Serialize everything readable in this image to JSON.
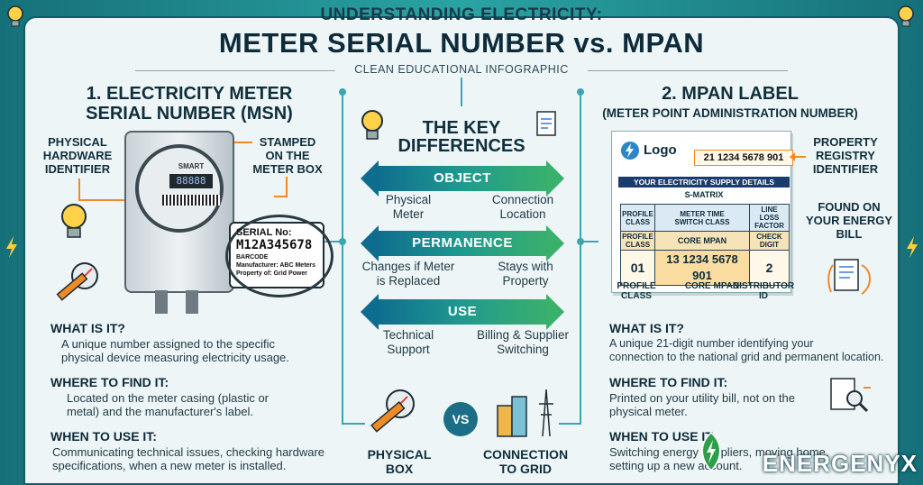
{
  "header": {
    "kicker": "UNDERSTANDING ELECTRICITY:",
    "title": "METER SERIAL NUMBER vs. MPAN",
    "subtitle": "CLEAN EDUCATIONAL INFOGRAPHIC"
  },
  "left": {
    "title_line1": "1. ELECTRICITY METER",
    "title_line2": "SERIAL NUMBER (MSN)",
    "callout_left": [
      "PHYSICAL",
      "HARDWARE",
      "IDENTIFIER"
    ],
    "callout_right": [
      "STAMPED",
      "ON THE",
      "METER BOX"
    ],
    "meter": {
      "brand": "SMART",
      "display": "88888",
      "tag_heading": "SERIAL No:",
      "serial": "M12A345678",
      "barcode_label": "BARCODE",
      "manufacturer": "Manufacturer: ABC Meters",
      "property": "Property of: Grid Power"
    },
    "sections": [
      {
        "heading": "WHAT IS IT?",
        "lines": [
          "A unique number assigned to the specific",
          "physical device measuring electricity usage."
        ]
      },
      {
        "heading": "WHERE TO FIND IT:",
        "lines": [
          "Located on the meter casing (plastic or",
          "metal) and the manufacturer's label."
        ]
      },
      {
        "heading": "WHEN TO USE IT:",
        "lines": [
          "Communicating technical issues, checking hardware",
          "specifications, when a new meter is installed."
        ]
      }
    ]
  },
  "center": {
    "title_line1": "THE KEY",
    "title_line2": "DIFFERENCES",
    "rows": [
      {
        "label": "OBJECT",
        "left": [
          "Physical",
          "Meter"
        ],
        "right": [
          "Connection",
          "Location"
        ]
      },
      {
        "label": "PERMANENCE",
        "left": [
          "Changes if Meter",
          "is Replaced"
        ],
        "right": [
          "Stays with",
          "Property"
        ]
      },
      {
        "label": "USE",
        "left": [
          "Technical",
          "Support"
        ],
        "right": [
          "Billing & Supplier",
          "Switching"
        ]
      }
    ],
    "vs": "VS",
    "bottom_left": [
      "PHYSICAL",
      "BOX"
    ],
    "bottom_right": [
      "CONNECTION",
      "TO GRID"
    ]
  },
  "right": {
    "title_line1": "2. MPAN LABEL",
    "title_line2": "(METER POINT ADMINISTRATION NUMBER)",
    "callout_top": [
      "PROPERTY",
      "REGISTRY",
      "IDENTIFIER"
    ],
    "callout_mid": [
      "FOUND ON",
      "YOUR ENERGY",
      "BILL"
    ],
    "doc": {
      "logo": "Logo",
      "number": "21 1234 5678 901",
      "banner": "YOUR ELECTRICITY SUPPLY DETAILS",
      "matrix": "S-MATRIX",
      "col_profile": [
        "PROFILE",
        "CLASS"
      ],
      "col_mtc": [
        "METER TIME",
        "SWITCH CLASS"
      ],
      "col_llf": [
        "LINE LOSS",
        "FACTOR"
      ],
      "row2_profile": [
        "PROFILE",
        "CLASS"
      ],
      "row2_core": "CORE MPAN",
      "row2_check": [
        "CHECK",
        "DIGIT"
      ],
      "val_profile": "01",
      "val_core": "13 1234 5678 901",
      "val_check": "2"
    },
    "under_labels": {
      "profile": [
        "PROFILE",
        "CLASS"
      ],
      "core": "CORE MPAN",
      "distributor": [
        "DISTRIBUTOR",
        "ID"
      ]
    },
    "sections": [
      {
        "heading": "WHAT IS IT?",
        "lines": [
          "A unique 21-digit number identifying your",
          "connection to the national grid and permanent location."
        ]
      },
      {
        "heading": "WHERE TO FIND IT:",
        "lines": [
          "Printed on your utility bill, not on the",
          "physical meter."
        ]
      },
      {
        "heading": "WHEN TO USE IT:",
        "lines": [
          "Switching energy suppliers, moving home,",
          "setting up a new account."
        ]
      }
    ]
  },
  "watermark": "ENERGENYX",
  "colors": {
    "teal_frame": "#1f8a8e",
    "arrow_start": "#0e6d8f",
    "arrow_end": "#3ab06d",
    "orange": "#f08a24",
    "ink": "#102f3d"
  }
}
